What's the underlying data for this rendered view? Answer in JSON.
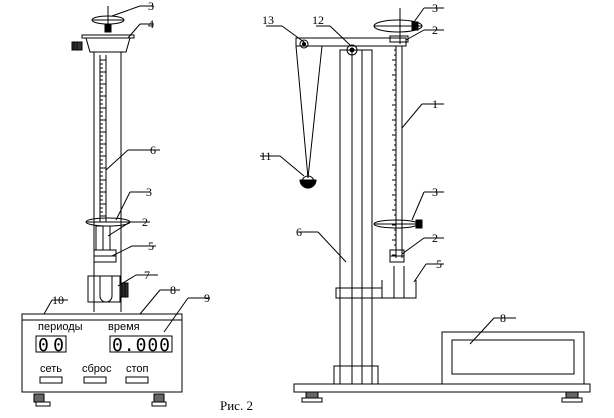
{
  "caption": "Рис. 2",
  "panel": {
    "periods_label": "периоды",
    "time_label": "время",
    "periods_value": "00",
    "time_value": "0.000",
    "btn_power": "сеть",
    "btn_reset": "сброс",
    "btn_stop": "стоп"
  },
  "left_labels": [
    {
      "text": "3"
    },
    {
      "text": "4"
    },
    {
      "text": "6"
    },
    {
      "text": "3"
    },
    {
      "text": "2"
    },
    {
      "text": "5"
    },
    {
      "text": "7"
    },
    {
      "text": "8"
    },
    {
      "text": "9"
    },
    {
      "text": "10"
    }
  ],
  "right_labels": [
    {
      "text": "13"
    },
    {
      "text": "12"
    },
    {
      "text": "3"
    },
    {
      "text": "2"
    },
    {
      "text": "1"
    },
    {
      "text": "11"
    },
    {
      "text": "3"
    },
    {
      "text": "6"
    },
    {
      "text": "2"
    },
    {
      "text": "5"
    },
    {
      "text": "8"
    }
  ]
}
